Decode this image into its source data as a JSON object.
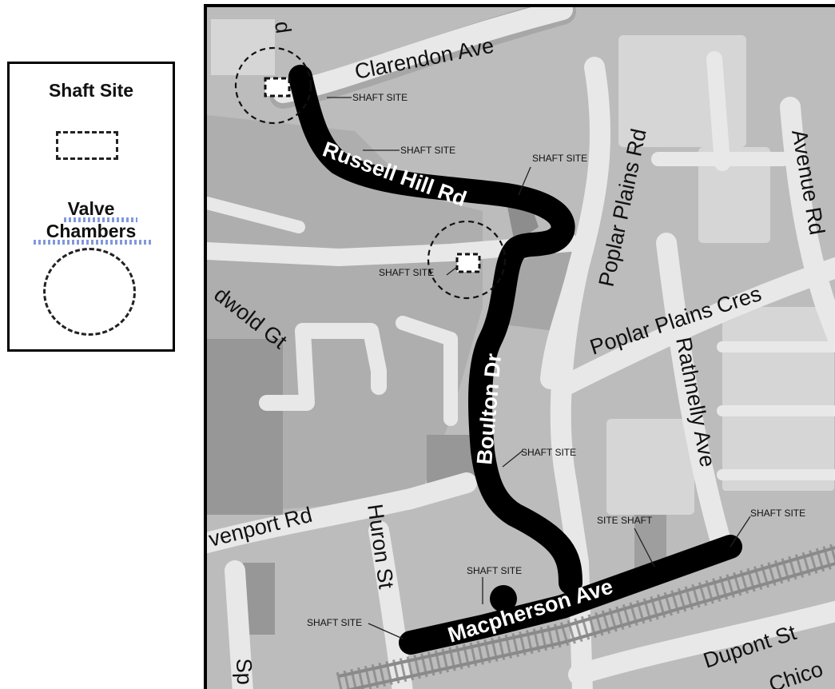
{
  "legend": {
    "shaft_title": "Shaft Site",
    "valve_title_line1": "Valve",
    "valve_title_line2": "Chambers"
  },
  "streets": {
    "clarendon": "Clarendon Ave",
    "russell_hill": "Russell Hill Rd",
    "poplar_plains_rd": "Poplar Plains Rd",
    "poplar_plains_cres": "Poplar Plains Cres",
    "avenue_rd": "Avenue Rd",
    "boulton": "Boulton Dr",
    "rathnelly": "Rathnelly Ave",
    "davenport": "venport Rd",
    "huron": "Huron St",
    "macpherson": "Macpherson Ave",
    "dupont": "Dupont St",
    "chicora": "Chico",
    "edgewold": "dwold Gt",
    "spadina": "Sp",
    "top_cut": "d"
  },
  "annotations": {
    "shaft_site": "SHAFT SITE",
    "site_shaft": "SITE SHAFT"
  },
  "colors": {
    "map_bg": "#bcbcbc",
    "road": "#e8e8e8",
    "block_dark": "#9c9c9c",
    "route": "#000000",
    "rail": "#8a8a8a"
  }
}
